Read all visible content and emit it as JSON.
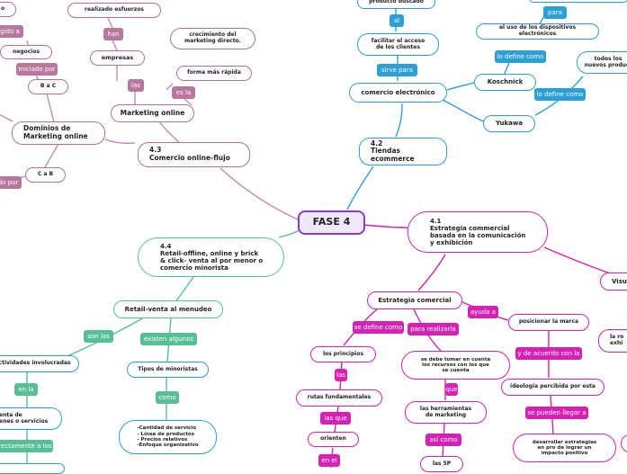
{
  "center": "FASE 4",
  "branches": {
    "b43": "4.3\nComercio online-flujo",
    "b42": "4.2\nTiendas ecommerce",
    "b44": "4.4\nRetail-offline, online y brick\n& click- venta al por menor o\ncomercio minorista",
    "b41": "4.1\nEstrategia commercial\nbasada en la comunicación\ny exhibición"
  },
  "online": {
    "marketing_online": "Marketing online",
    "dominios": "Dominios de\nMarketing online",
    "empresas": "empresas",
    "realizado": "realizado esfuerzos",
    "crecimiento": "crecimiento del\nmarketing directo.",
    "forma_rapida": "forma más rápida",
    "negocios": "negocios",
    "b_a_c": "B a C",
    "c_a_b": "C a B",
    "lbl_han": "han",
    "lbl_las": "las",
    "lbl_es_la": "es la",
    "lbl_iniciado": "Iniciado por",
    "lbl_dirigido": "gido a",
    "lbl_por": "do por",
    "partial_top": "o"
  },
  "ecommerce": {
    "comercio": "comercio electrónico",
    "facilitar": "facilitar el acceso\nde los clientes",
    "producto": "producto buscado",
    "koschnick": "Koschnick",
    "yukawa": "Yukawa",
    "dispositivos": "el uso de los dispositivos electrónicos",
    "nuevos": "todos los\nnuevos product",
    "lbl_sirve": "sirve para",
    "lbl_al": "al",
    "lbl_define1": "lo define como",
    "lbl_define2": "lo define como",
    "lbl_para": "para"
  },
  "retail": {
    "menudeo": "Retail-venta al menudeo",
    "actividades": "actividades involucradas",
    "venta": "enta de\nenes o servicios",
    "tipos": "Tipos de minoristas",
    "cantidad": "-Cantidad de servicio\n- Línea de productos\n- Precios relativos\n-Enfoque organizativo",
    "lbl_son": "son las",
    "lbl_existen": "existen algunos",
    "lbl_en_la": "en la",
    "lbl_como": "como",
    "lbl_directamente": "rectamente a los"
  },
  "estrategia": {
    "comercial": "Estrategia comercial",
    "principios": "los principios",
    "rutas": "rutas fundamentales",
    "orienten": "orienten",
    "tomar": "se debe tomar en cuenta\nlos recursos con los que\nse cuenta",
    "herramientas": "las herramientas\nde marketing",
    "las5p": "las 5P",
    "posicionar": "posicionar la marca",
    "ideologia": "ideología percibida por esta",
    "desarrollar": "desarrollar estrategias\nen pro de lograr un\nimpacto positivo",
    "visu": "Visu",
    "la_ro": "la ro\nexhi",
    "lbl_define": "se define como",
    "lbl_realizarla": "para realizarla",
    "lbl_ayuda": "ayuda a",
    "lbl_las": "las",
    "lbl_que": "que",
    "lbl_las_que": "las que",
    "lbl_en_el": "en el",
    "lbl_asi_como": "así como",
    "lbl_acuerdo": "y de acuerdo con la",
    "lbl_pueden": "se pueden llegar a"
  }
}
